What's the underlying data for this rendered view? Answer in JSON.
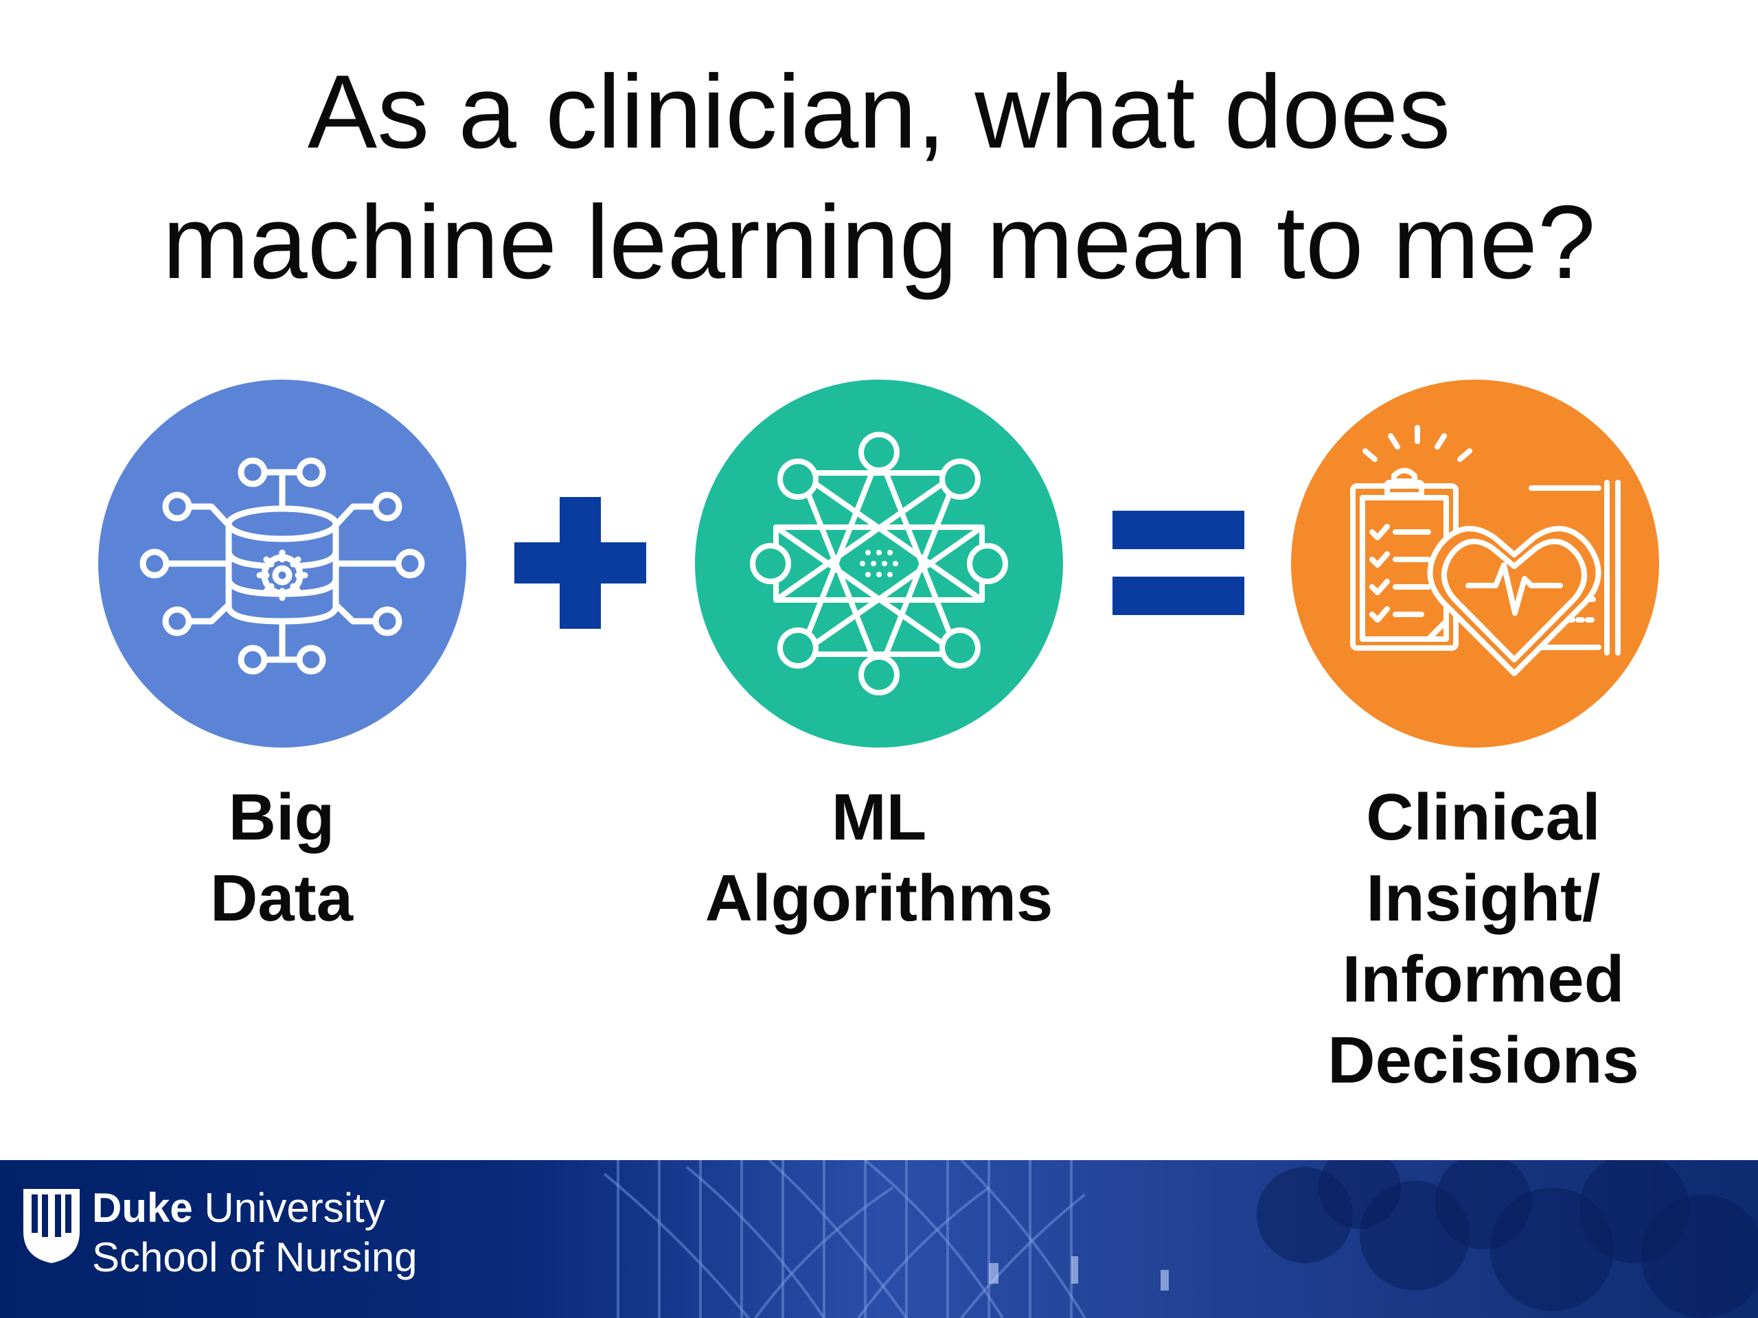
{
  "slide": {
    "title_lines": [
      "As a clinician, what does",
      "machine learning mean to me?"
    ],
    "items": [
      {
        "icon": "database-gear-icon",
        "color": "#5b84d6",
        "label_lines": [
          "Big",
          "Data"
        ]
      },
      {
        "icon": "neural-network-icon",
        "color": "#1fbc9c",
        "label_lines": [
          "ML",
          "Algorithms"
        ]
      },
      {
        "icon": "clipboard-heart-icon",
        "color": "#f58a2a",
        "label_lines": [
          "Clinical",
          "Insight/",
          "Informed",
          "Decisions"
        ]
      }
    ],
    "operators": [
      {
        "icon": "plus-icon",
        "color": "#0a3ca0"
      },
      {
        "icon": "equals-icon",
        "color": "#0a3ca0"
      }
    ]
  },
  "footer": {
    "background_color": "#012169",
    "logo_icon": "duke-chapel-shield-icon",
    "org_bold": "Duke",
    "org_rest": "University",
    "school": "School of Nursing"
  }
}
